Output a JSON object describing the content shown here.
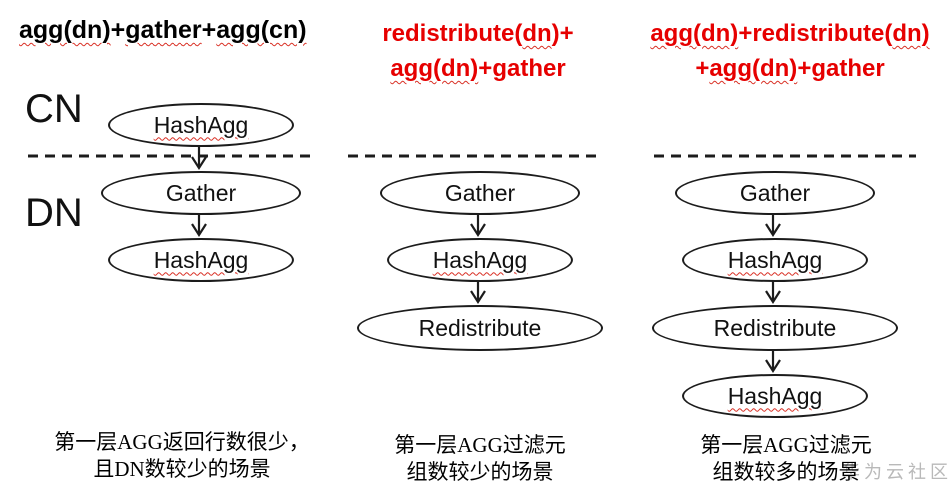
{
  "colors": {
    "title_red": "#e60000",
    "text": "#000000",
    "node_stroke": "#1c1c1c",
    "squiggle": "#d93025",
    "watermark": "#b9b9b9"
  },
  "region_labels": {
    "cn": "CN",
    "dn": "DN"
  },
  "columns": [
    {
      "id": "plan-1",
      "title": {
        "color": "black",
        "lines": [
          [
            {
              "t": "agg(dn)",
              "sq": true
            },
            {
              "t": "+",
              "sq": false
            },
            {
              "t": "gather",
              "sq": true
            },
            {
              "t": "+",
              "sq": false
            },
            {
              "t": "agg(cn)",
              "sq": true
            }
          ]
        ]
      },
      "nodes": [
        {
          "label": "HashAgg",
          "sq": true,
          "region": "CN"
        },
        {
          "label": "Gather",
          "sq": false,
          "region": "DN"
        },
        {
          "label": "HashAgg",
          "sq": true,
          "region": "DN"
        }
      ],
      "caption_lines": [
        "第一层AGG返回行数很少，",
        "且DN数较少的场景"
      ]
    },
    {
      "id": "plan-2",
      "title": {
        "color": "red",
        "lines": [
          [
            {
              "t": "redistribute(",
              "sq": false
            },
            {
              "t": "dn",
              "sq": true
            },
            {
              "t": ")+",
              "sq": false
            }
          ],
          [
            {
              "t": "agg(dn)",
              "sq": true
            },
            {
              "t": "+gather",
              "sq": false
            }
          ]
        ]
      },
      "nodes": [
        {
          "label": "Gather",
          "sq": false,
          "region": "DN"
        },
        {
          "label": "HashAgg",
          "sq": true,
          "region": "DN"
        },
        {
          "label": "Redistribute",
          "sq": false,
          "region": "DN"
        }
      ],
      "caption_lines": [
        "第一层AGG过滤元",
        "组数较少的场景"
      ]
    },
    {
      "id": "plan-3",
      "title": {
        "color": "red",
        "lines": [
          [
            {
              "t": "agg(dn)",
              "sq": true
            },
            {
              "t": "+redistribute(",
              "sq": false
            },
            {
              "t": "dn)",
              "sq": true
            }
          ],
          [
            {
              "t": "+",
              "sq": false
            },
            {
              "t": "agg(dn)",
              "sq": true
            },
            {
              "t": "+gather",
              "sq": false
            }
          ]
        ]
      },
      "nodes": [
        {
          "label": "Gather",
          "sq": false,
          "region": "DN"
        },
        {
          "label": "HashAgg",
          "sq": true,
          "region": "DN"
        },
        {
          "label": "Redistribute",
          "sq": false,
          "region": "DN"
        },
        {
          "label": "HashAgg",
          "sq": true,
          "region": "DN"
        }
      ],
      "caption_lines": [
        "第一层AGG过滤元",
        "组数较多的场景"
      ]
    }
  ],
  "watermark": {
    "text": "华为云社区"
  }
}
